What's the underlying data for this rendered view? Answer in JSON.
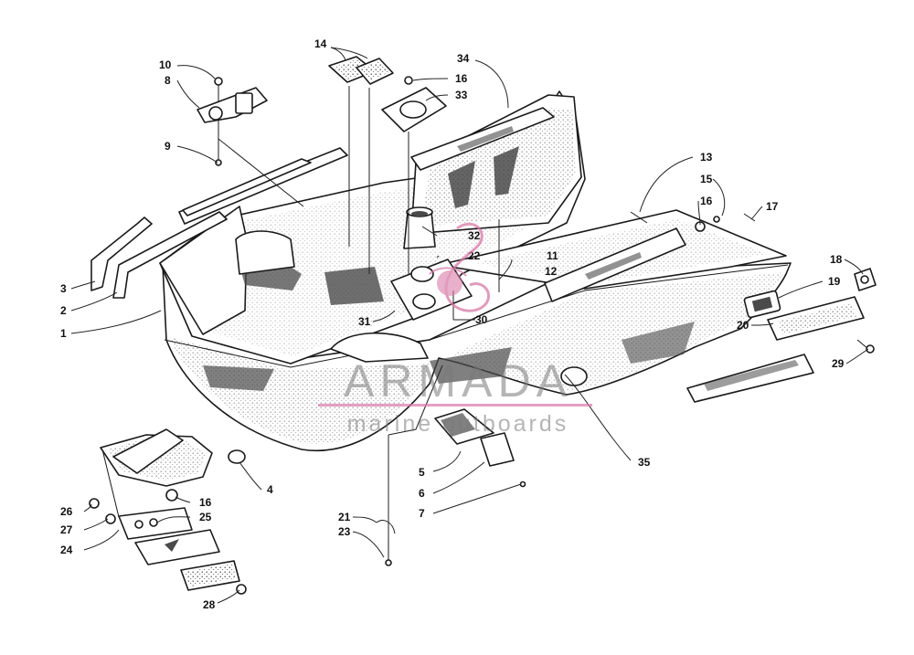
{
  "diagram": {
    "parts": [
      {
        "id": "p1",
        "label": "1"
      },
      {
        "id": "p2",
        "label": "2"
      },
      {
        "id": "p3",
        "label": "3"
      },
      {
        "id": "p4",
        "label": "4"
      },
      {
        "id": "p5",
        "label": "5"
      },
      {
        "id": "p6",
        "label": "6"
      },
      {
        "id": "p7",
        "label": "7"
      },
      {
        "id": "p8",
        "label": "8"
      },
      {
        "id": "p9",
        "label": "9"
      },
      {
        "id": "p10",
        "label": "10"
      },
      {
        "id": "p11",
        "label": "11"
      },
      {
        "id": "p12",
        "label": "12"
      },
      {
        "id": "p13",
        "label": "13"
      },
      {
        "id": "p14",
        "label": "14"
      },
      {
        "id": "p15",
        "label": "15"
      },
      {
        "id": "p16a",
        "label": "16"
      },
      {
        "id": "p16b",
        "label": "16"
      },
      {
        "id": "p16c",
        "label": "16"
      },
      {
        "id": "p17",
        "label": "17"
      },
      {
        "id": "p18",
        "label": "18"
      },
      {
        "id": "p19",
        "label": "19"
      },
      {
        "id": "p20",
        "label": "20"
      },
      {
        "id": "p21",
        "label": "21"
      },
      {
        "id": "p22",
        "label": "22"
      },
      {
        "id": "p23",
        "label": "23"
      },
      {
        "id": "p24",
        "label": "24"
      },
      {
        "id": "p25",
        "label": "25"
      },
      {
        "id": "p26",
        "label": "26"
      },
      {
        "id": "p27",
        "label": "27"
      },
      {
        "id": "p28",
        "label": "28"
      },
      {
        "id": "p29",
        "label": "29"
      },
      {
        "id": "p30",
        "label": "30"
      },
      {
        "id": "p31",
        "label": "31"
      },
      {
        "id": "p32",
        "label": "32"
      },
      {
        "id": "p33",
        "label": "33"
      },
      {
        "id": "p34",
        "label": "34"
      },
      {
        "id": "p35",
        "label": "35"
      }
    ]
  },
  "watermark": {
    "title": "ARMADA",
    "subtitle": "marine outboards"
  },
  "colors": {
    "ink": "#1a1a1a",
    "watermark_gray": "#787878",
    "watermark_pink": "#dc78aa"
  }
}
